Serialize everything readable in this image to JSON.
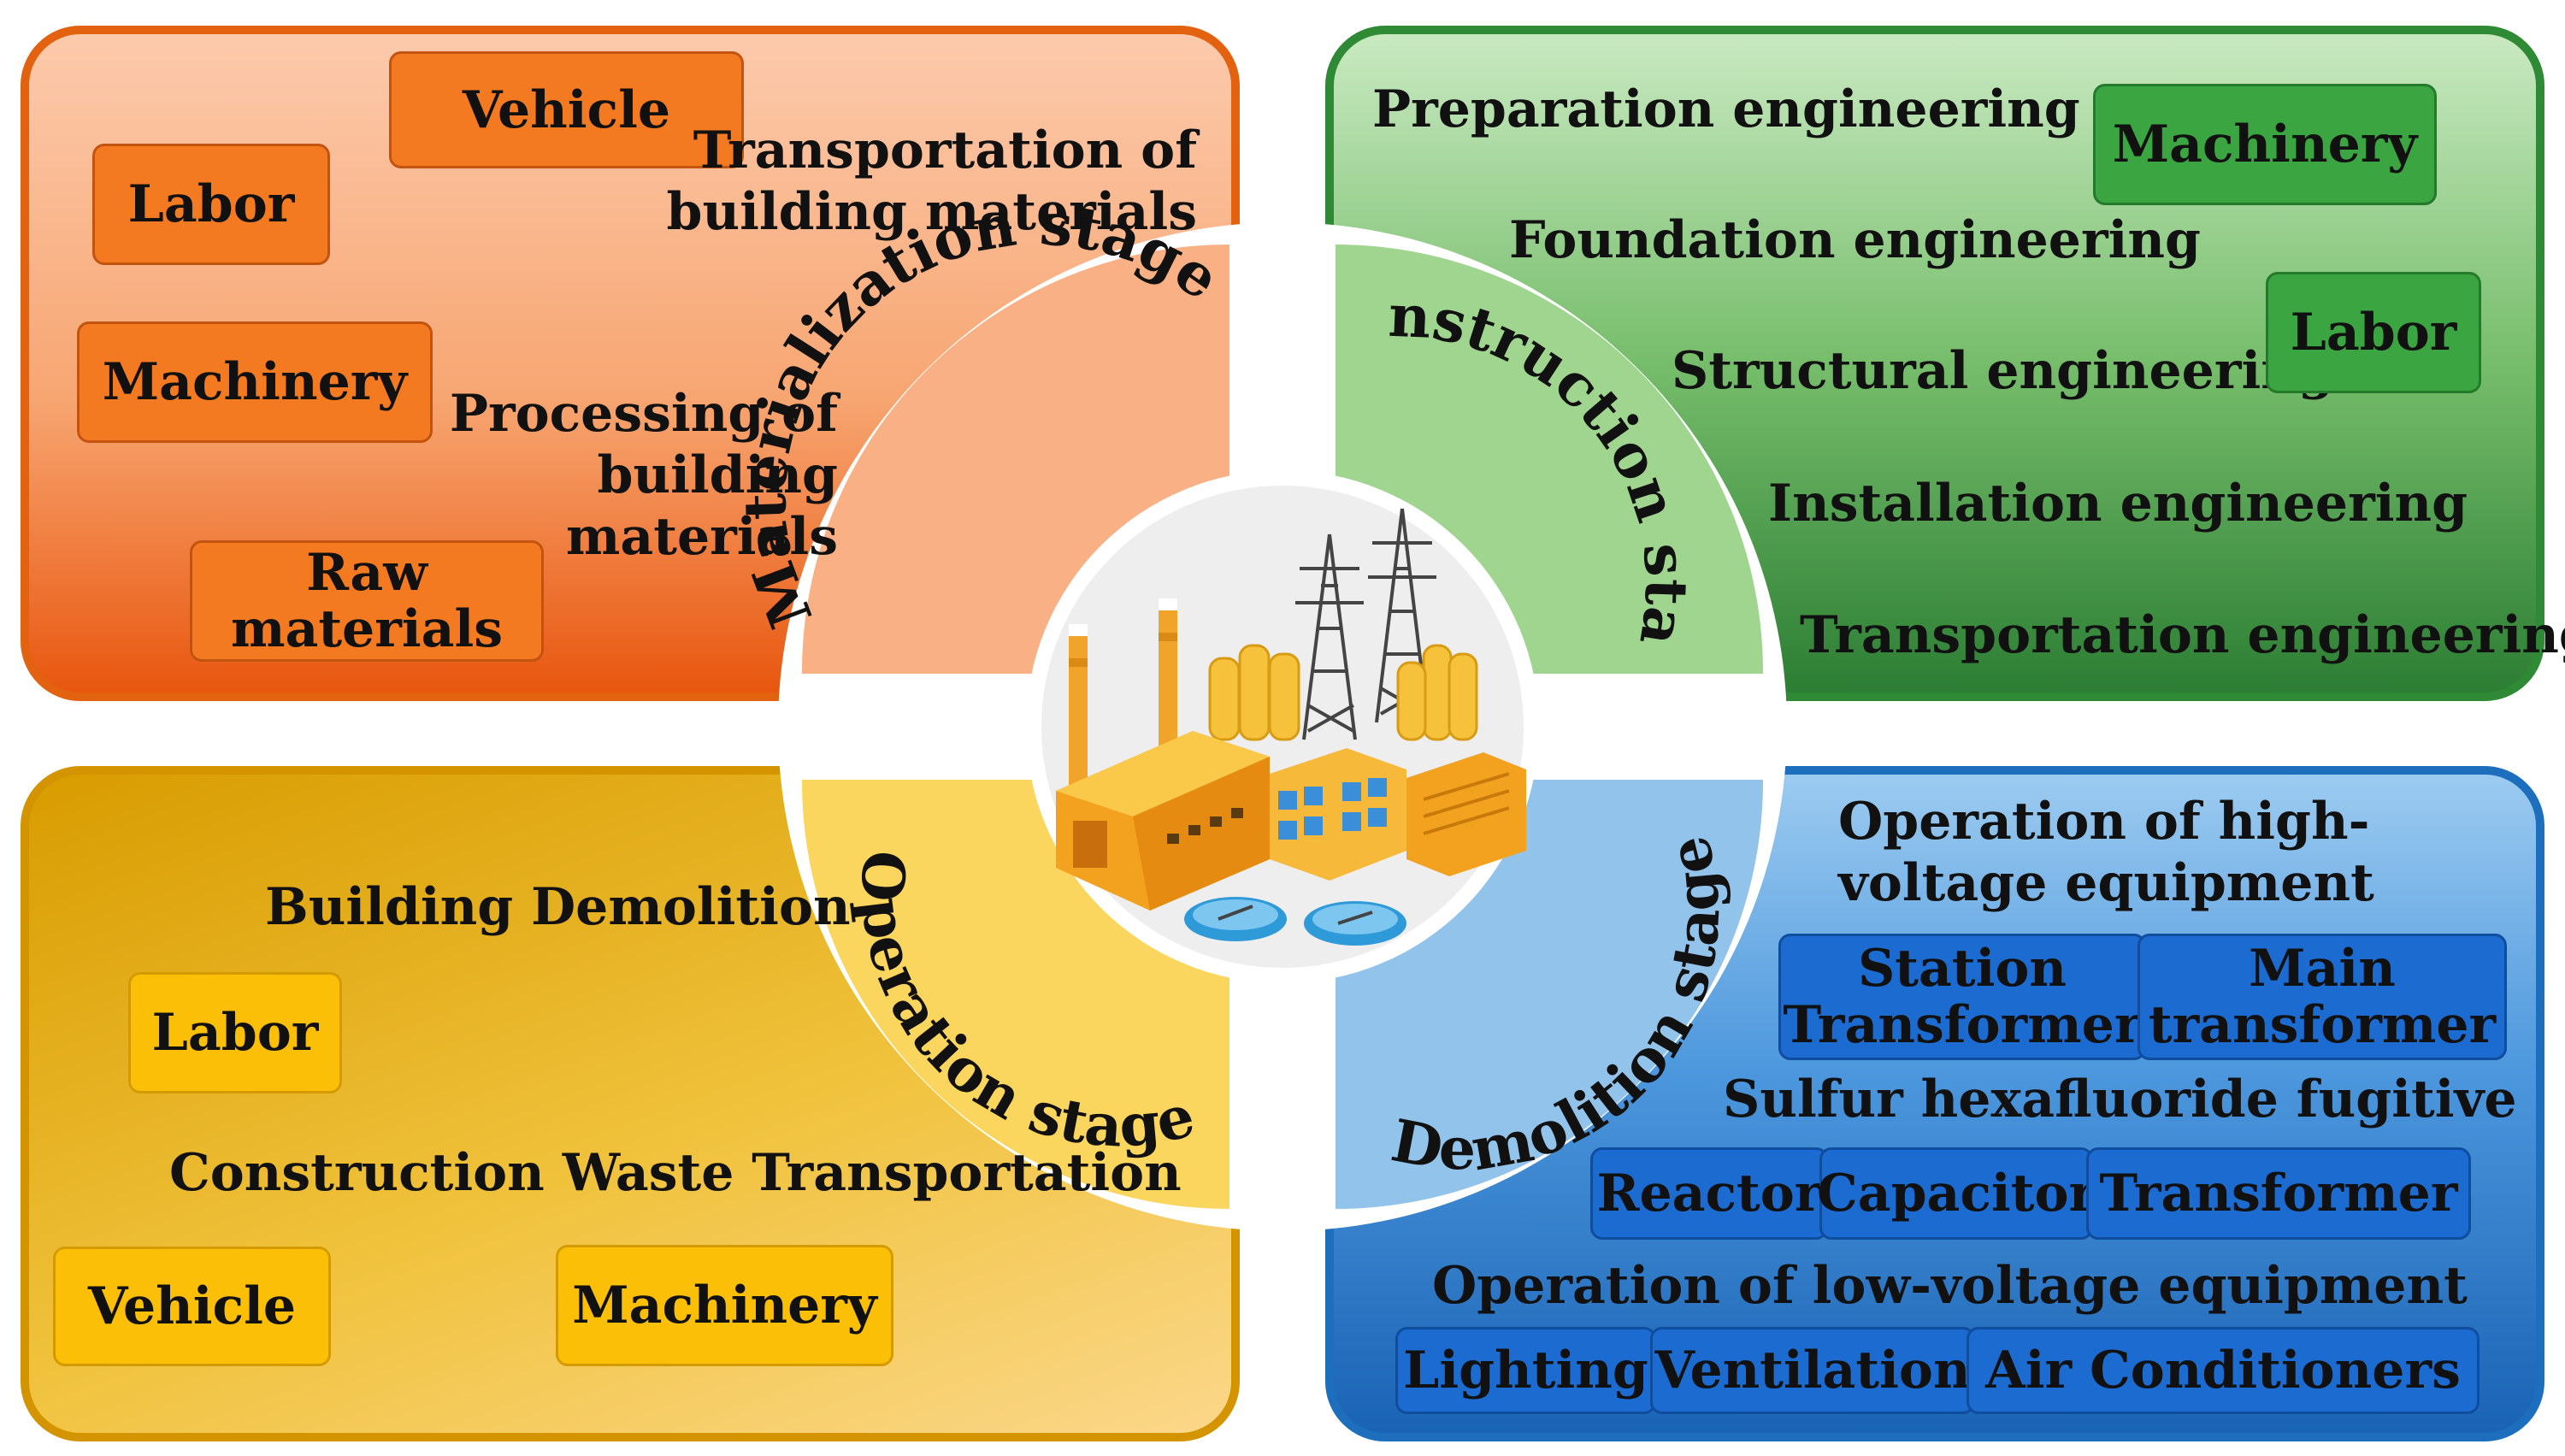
{
  "materialization": {
    "stage": "Materialization stage",
    "vehicle": "Vehicle",
    "labor": "Labor",
    "machinery": "Machinery",
    "raw_materials": "Raw materials",
    "transport": "Transportation of building materials",
    "processing": "Processing of building materials",
    "color": "#e2620f"
  },
  "construction": {
    "stage": "Construction stage",
    "machinery": "Machinery",
    "labor": "Labor",
    "items": [
      "Preparation engineering",
      "Foundation engineering",
      "Structural engineering",
      "Installation engineering",
      "Transportation engineering"
    ],
    "color": "#2f8a35"
  },
  "operation": {
    "stage": "Operation stage",
    "demolition": "Building Demolition",
    "labor": "Labor",
    "waste": "Construction Waste Transportation",
    "vehicle": "Vehicle",
    "machinery": "Machinery",
    "color": "#d39400"
  },
  "demolition": {
    "stage": "Demolition stage",
    "hv_title": "Operation of high-voltage equipment",
    "station_transformer": "Station Transformer",
    "main_transformer": "Main transformer",
    "sf6": "Sulfur hexafluoride fugitive",
    "reactor": "Reactor",
    "capacitor": "Capacitor",
    "transformer": "Transformer",
    "lv_title": "Operation of low-voltage equipment",
    "lighting": "Lighting",
    "ventilation": "Ventilation",
    "air_conditioners": "Air Conditioners",
    "color": "#1d6fbd"
  }
}
